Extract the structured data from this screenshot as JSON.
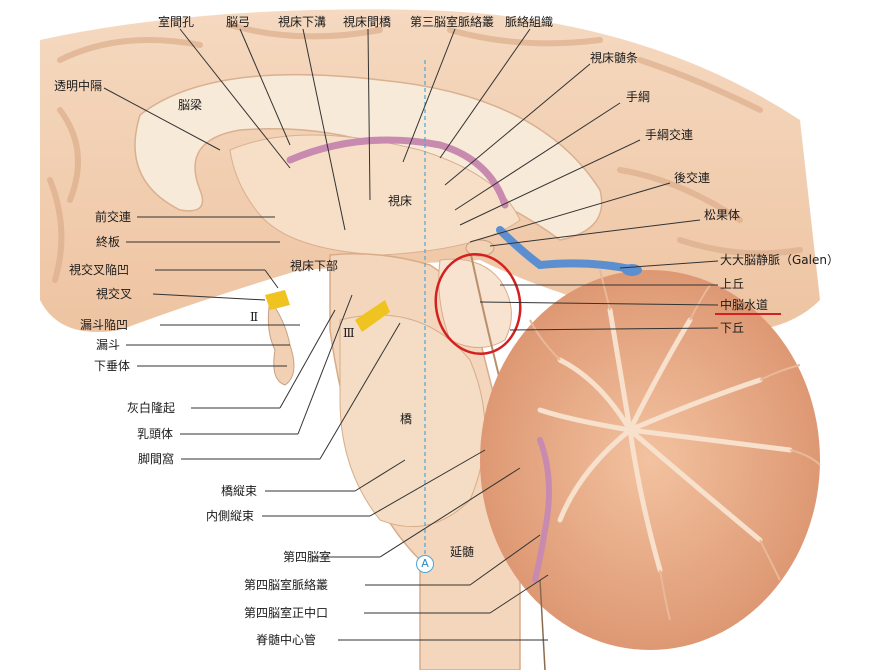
{
  "labels": {
    "interventricular_foramen": "室間孔",
    "fornix": "脳弓",
    "hypothalamic_sulcus": "視床下溝",
    "interthalamic_adhesion": "視床間橋",
    "choroid_plexus_third_ventricle": "第三脳室脈絡叢",
    "tela_choroidea": "脈絡組織",
    "stria_medullaris": "視床髄条",
    "habenula": "手綱",
    "habenular_commissure": "手綱交連",
    "posterior_commissure": "後交連",
    "pineal_body": "松果体",
    "great_cerebral_vein": "大大脳静脈（Galen）",
    "superior_colliculus": "上丘",
    "cerebral_aqueduct": "中脳水道",
    "inferior_colliculus": "下丘",
    "septum_pellucidum": "透明中隔",
    "corpus_callosum": "脳梁",
    "thalamus": "視床",
    "anterior_commissure": "前交連",
    "lamina_terminalis": "終板",
    "optic_recess": "視交叉陥凹",
    "optic_chiasm": "視交叉",
    "hypothalamus": "視床下部",
    "infundibular_recess": "漏斗陥凹",
    "infundibulum": "漏斗",
    "hypophysis": "下垂体",
    "tuber_cinereum": "灰白隆起",
    "mammillary_body": "乳頭体",
    "interpeduncular_fossa": "脚間窩",
    "pons": "橋",
    "longitudinal_pontine_fibers": "橋縦束",
    "medial_longitudinal_fasciculus": "内側縦束",
    "fourth_ventricle": "第四脳室",
    "medulla_oblongata": "延髄",
    "choroid_plexus_fourth_ventricle": "第四脳室脈絡叢",
    "median_aperture": "第四脳室正中口",
    "central_canal": "脊髄中心管",
    "roman_II": "Ⅱ",
    "roman_III": "Ⅲ",
    "marker_A": "A"
  },
  "colors": {
    "brain_tissue": "#f2d2b5",
    "cortex_dark": "#e3b08c",
    "cerebellum": "#e5a07a",
    "white_matter": "#f8ead8",
    "choroid_pink": "#c98ab0",
    "vein_blue": "#5b8fd0",
    "nerve_yellow": "#f0c420",
    "highlight_red": "#d42020",
    "dashed_line": "#4aa8d8"
  }
}
